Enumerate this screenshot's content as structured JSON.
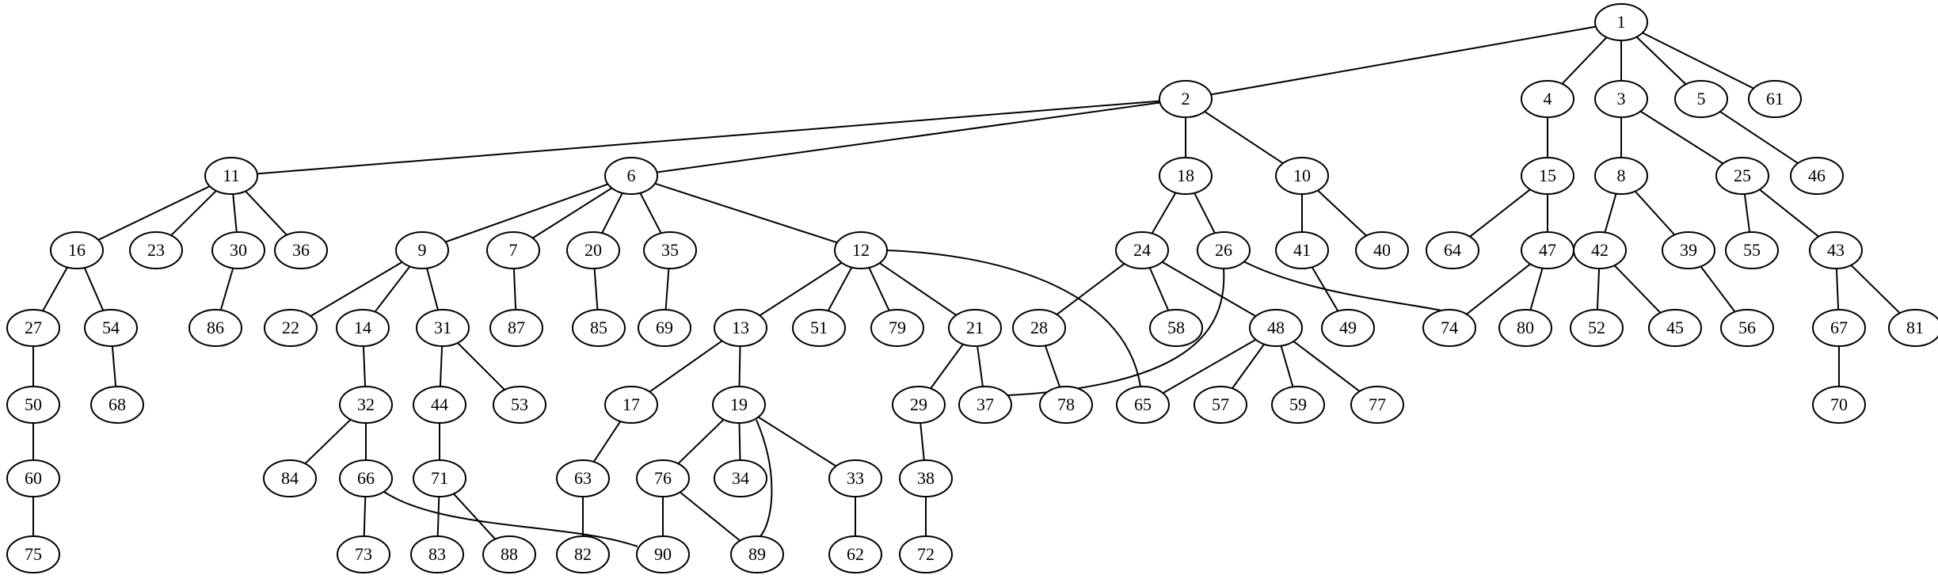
{
  "graph": {
    "nodes": [
      "1",
      "2",
      "3",
      "4",
      "5",
      "61",
      "6",
      "10",
      "11",
      "18",
      "15",
      "8",
      "25",
      "46",
      "16",
      "23",
      "30",
      "36",
      "9",
      "7",
      "20",
      "35",
      "12",
      "24",
      "26",
      "41",
      "40",
      "64",
      "47",
      "42",
      "39",
      "55",
      "43",
      "27",
      "54",
      "86",
      "22",
      "14",
      "31",
      "87",
      "85",
      "69",
      "13",
      "51",
      "79",
      "21",
      "28",
      "58",
      "48",
      "49",
      "74",
      "80",
      "52",
      "45",
      "56",
      "67",
      "81",
      "50",
      "68",
      "32",
      "44",
      "53",
      "17",
      "19",
      "29",
      "37",
      "78",
      "65",
      "57",
      "59",
      "77",
      "70",
      "60",
      "84",
      "66",
      "71",
      "63",
      "76",
      "34",
      "33",
      "38",
      "75",
      "73",
      "83",
      "88",
      "82",
      "90",
      "89",
      "62",
      "72"
    ],
    "edges": [
      [
        "1",
        "2"
      ],
      [
        "1",
        "4"
      ],
      [
        "1",
        "3"
      ],
      [
        "1",
        "5"
      ],
      [
        "1",
        "61"
      ],
      [
        "2",
        "11"
      ],
      [
        "2",
        "6"
      ],
      [
        "2",
        "18"
      ],
      [
        "2",
        "10"
      ],
      [
        "4",
        "15"
      ],
      [
        "3",
        "8"
      ],
      [
        "3",
        "25"
      ],
      [
        "5",
        "46"
      ],
      [
        "11",
        "16"
      ],
      [
        "11",
        "23"
      ],
      [
        "11",
        "30"
      ],
      [
        "11",
        "36"
      ],
      [
        "6",
        "9"
      ],
      [
        "6",
        "7"
      ],
      [
        "6",
        "20"
      ],
      [
        "6",
        "35"
      ],
      [
        "6",
        "12"
      ],
      [
        "18",
        "24"
      ],
      [
        "18",
        "26"
      ],
      [
        "10",
        "41"
      ],
      [
        "10",
        "40"
      ],
      [
        "15",
        "64"
      ],
      [
        "15",
        "47"
      ],
      [
        "8",
        "42"
      ],
      [
        "8",
        "39"
      ],
      [
        "25",
        "55"
      ],
      [
        "25",
        "43"
      ],
      [
        "16",
        "27"
      ],
      [
        "16",
        "54"
      ],
      [
        "30",
        "86"
      ],
      [
        "9",
        "22"
      ],
      [
        "9",
        "14"
      ],
      [
        "9",
        "31"
      ],
      [
        "7",
        "87"
      ],
      [
        "20",
        "85"
      ],
      [
        "35",
        "69"
      ],
      [
        "12",
        "13"
      ],
      [
        "12",
        "51"
      ],
      [
        "12",
        "79"
      ],
      [
        "12",
        "21"
      ],
      [
        "12",
        "65"
      ],
      [
        "24",
        "28"
      ],
      [
        "24",
        "58"
      ],
      [
        "24",
        "48"
      ],
      [
        "26",
        "37"
      ],
      [
        "26",
        "74"
      ],
      [
        "41",
        "49"
      ],
      [
        "47",
        "74"
      ],
      [
        "47",
        "80"
      ],
      [
        "42",
        "52"
      ],
      [
        "42",
        "45"
      ],
      [
        "39",
        "56"
      ],
      [
        "43",
        "67"
      ],
      [
        "43",
        "81"
      ],
      [
        "27",
        "50"
      ],
      [
        "54",
        "68"
      ],
      [
        "14",
        "32"
      ],
      [
        "31",
        "44"
      ],
      [
        "31",
        "53"
      ],
      [
        "13",
        "17"
      ],
      [
        "13",
        "19"
      ],
      [
        "21",
        "29"
      ],
      [
        "21",
        "37"
      ],
      [
        "28",
        "78"
      ],
      [
        "48",
        "65"
      ],
      [
        "48",
        "57"
      ],
      [
        "48",
        "59"
      ],
      [
        "48",
        "77"
      ],
      [
        "67",
        "70"
      ],
      [
        "50",
        "60"
      ],
      [
        "32",
        "84"
      ],
      [
        "32",
        "66"
      ],
      [
        "44",
        "71"
      ],
      [
        "17",
        "63"
      ],
      [
        "19",
        "76"
      ],
      [
        "19",
        "34"
      ],
      [
        "19",
        "89"
      ],
      [
        "19",
        "33"
      ],
      [
        "29",
        "38"
      ],
      [
        "60",
        "75"
      ],
      [
        "66",
        "73"
      ],
      [
        "66",
        "90"
      ],
      [
        "71",
        "83"
      ],
      [
        "71",
        "88"
      ],
      [
        "63",
        "82"
      ],
      [
        "76",
        "90"
      ],
      [
        "76",
        "89"
      ],
      [
        "33",
        "62"
      ],
      [
        "38",
        "72"
      ]
    ]
  }
}
